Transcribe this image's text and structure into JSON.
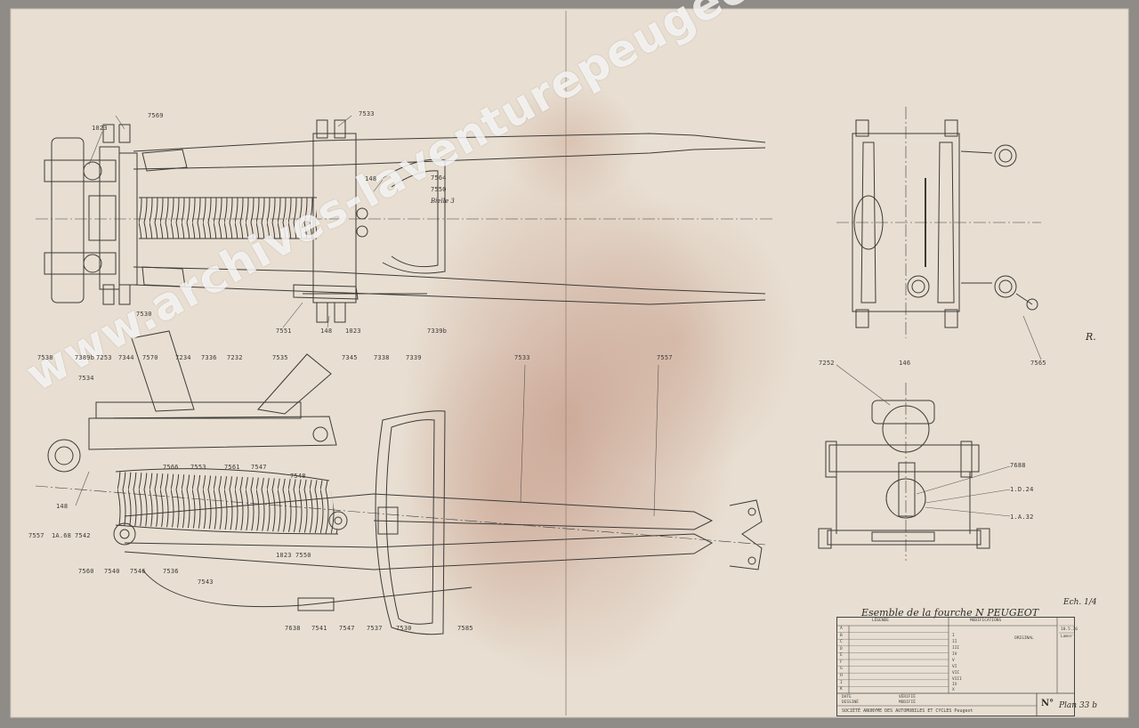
{
  "watermark": "www.archives-laventurepeugeotcitroends.com",
  "sheet": {
    "title": "Esemble de la fourche N PEUGEOT",
    "scale": "Ech. 1/4",
    "plan_number": "Plan 33 b",
    "plan_prefix": "N°",
    "company": "SOCIÉTÉ ANONYME DES AUTOMOBILES ET CYCLES Peugeot",
    "corner_note": "R.",
    "reference_note": "Bielle 3"
  },
  "colors": {
    "paper": "#e8dfd2",
    "stain": "#b9826f",
    "ink": "#3c3a38",
    "watermark": "#ffffff"
  },
  "part_numbers": {
    "top_view": [
      "1023",
      "7569",
      "7533",
      "148",
      "7564",
      "7550",
      "7530",
      "7551",
      "148",
      "1023",
      "7339b"
    ],
    "side_view": [
      "7538",
      "7389b",
      "7253",
      "7344",
      "7570",
      "7234",
      "7336",
      "7232",
      "7535",
      "7345",
      "7338",
      "7339",
      "7533",
      "7557",
      "7534",
      "7566",
      "7553",
      "7561",
      "7547",
      "7548",
      "1023",
      "7550",
      "7541",
      "7547",
      "7537",
      "7530",
      "7585",
      "7638",
      "148",
      "7557",
      "1A.68",
      "7542",
      "7560",
      "7540",
      "7546",
      "7536",
      "7543"
    ],
    "front_view": [
      "7565"
    ],
    "end_view": [
      "7252",
      "146",
      "7688",
      "1.D.24",
      "1.A.32"
    ]
  },
  "title_block": {
    "header_left": "LÉGENDE",
    "header_mid": "MODIFICATIONS",
    "row_letters": [
      "A",
      "B",
      "C",
      "D",
      "E",
      "F",
      "G",
      "H",
      "I",
      "K"
    ],
    "roman": [
      "I",
      "II",
      "III",
      "IV",
      "V",
      "VI",
      "VII",
      "VIII",
      "IX",
      "X"
    ],
    "original": "ORIGINAL",
    "date_value": "10.5.36",
    "designer": "Lamor",
    "bottom_fields": [
      "DATE",
      "DESSINÉ",
      "VÉRIFIÉ",
      "MODIFIÉ"
    ]
  }
}
